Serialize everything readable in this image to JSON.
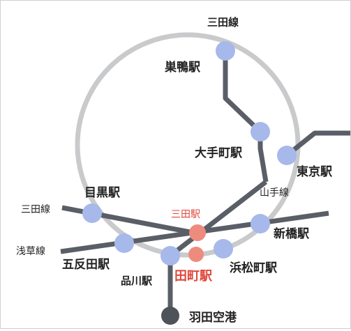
{
  "map": {
    "colors": {
      "ring": "#c9cacc",
      "line": "#5a5e66",
      "station": "#a7b8ea",
      "highlight": "#ee8b7f",
      "highlight_text": "#e0463b",
      "terminal": "#4e5259",
      "text": "#222222"
    },
    "labels": {
      "mita_line_top": "三田線",
      "sugamo": "巣鴨駅",
      "otemachi": "大手町駅",
      "tokyo": "東京駅",
      "yamanote": "山手線",
      "mita_line_left": "三田線",
      "meguro": "目黒駅",
      "mita": "三田駅",
      "shinbashi": "新橋駅",
      "asakusa_line": "浅草線",
      "gotanda": "五反田駅",
      "shinagawa": "品川駅",
      "tamachi": "田町駅",
      "hamamatsucho": "浜松町駅",
      "haneda": "羽田空港"
    }
  }
}
